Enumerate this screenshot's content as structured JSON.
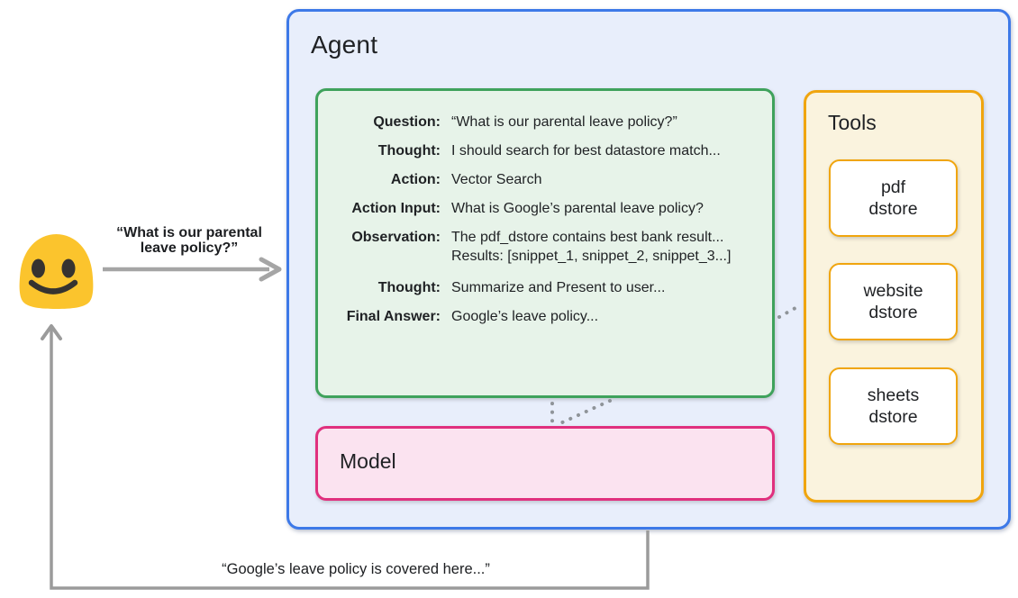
{
  "diagram_title": "Agent reasoning loop diagram",
  "user": {
    "emoji": "smiling-blob-face",
    "request_line1": "“What is our parental",
    "request_line2": "leave policy?”",
    "response": "“Google’s leave policy is covered here...”"
  },
  "agent": {
    "title": "Agent",
    "scratchpad": {
      "rows": [
        {
          "label": "Question:",
          "value": "“What is our parental leave policy?”"
        },
        {
          "label": "Thought:",
          "value": "I should search for best datastore match..."
        },
        {
          "label": "Action:",
          "value": "Vector Search"
        },
        {
          "label": "Action Input:",
          "value": "What is Google’s parental leave policy?"
        },
        {
          "label": "Observation:",
          "value": "The pdf_dstore contains best bank result...",
          "value2": "Results: [snippet_1, snippet_2, snippet_3...]"
        },
        {
          "label": "Thought:",
          "value": "Summarize and Present to user..."
        },
        {
          "label": "Final Answer:",
          "value": "Google’s leave policy..."
        }
      ]
    },
    "model": {
      "title": "Model"
    },
    "tools": {
      "title": "Tools",
      "items": [
        {
          "line1": "pdf",
          "line2": "dstore"
        },
        {
          "line1": "website",
          "line2": "dstore"
        },
        {
          "line1": "sheets",
          "line2": "dstore"
        }
      ]
    }
  },
  "colors": {
    "agent_border": "#3d79e8",
    "agent_fill": "#e8eefb",
    "scratchpad_border": "#3fa25c",
    "scratchpad_fill": "#e7f3e9",
    "model_border": "#e0307e",
    "model_fill": "#fbe3f0",
    "tools_border": "#f0a50e",
    "tools_fill": "#faf3de",
    "tool_card_fill": "#ffffff",
    "arrow_gray": "#9f9f9f",
    "dot_gray": "#8f9499",
    "emoji_yellow": "#fbc42d",
    "emoji_face": "#363330",
    "text": "#1f2124"
  }
}
